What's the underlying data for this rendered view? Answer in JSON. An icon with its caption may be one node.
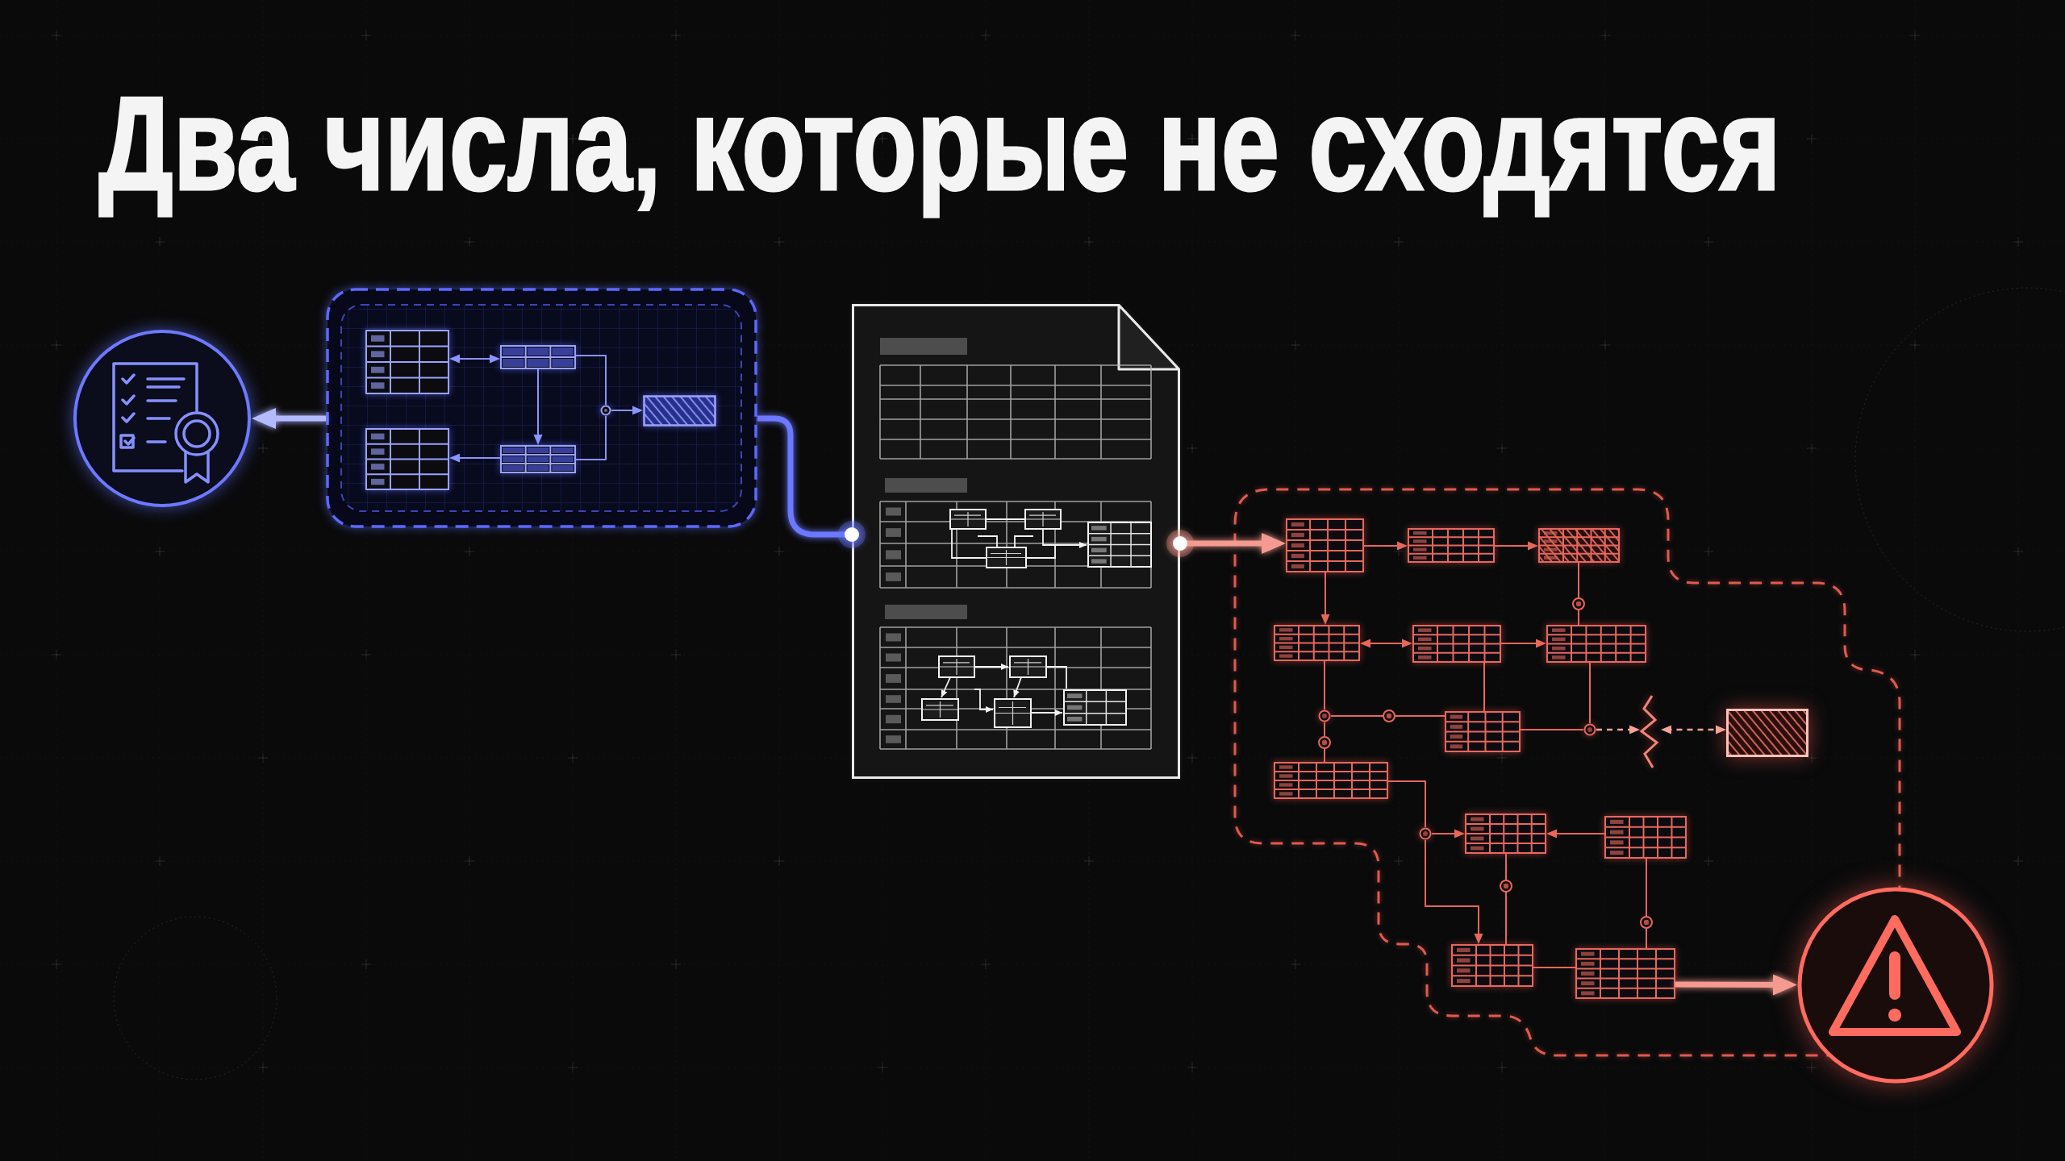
{
  "diagram": {
    "title": "Два числа, которые не сходятся",
    "nodes": [
      {
        "text": [],
        "shape": "circle"
      },
      {
        "text": [],
        "shape": "box"
      },
      {
        "text": [],
        "shape": "table",
        "in": 1
      },
      {
        "text": [],
        "shape": "table",
        "in": 1
      },
      {
        "text": [],
        "shape": "table",
        "in": 1
      },
      {
        "text": [],
        "shape": "table",
        "in": 1
      },
      {
        "text": [],
        "shape": "circle",
        "in": 1
      },
      {
        "text": [],
        "shape": "box",
        "in": 1
      },
      {
        "text": [],
        "shape": "document"
      },
      {
        "text": [],
        "shape": "box"
      },
      {
        "text": [],
        "shape": "table",
        "in": 9
      },
      {
        "text": [],
        "shape": "table",
        "in": 9
      },
      {
        "text": [],
        "shape": "table",
        "in": 9
      },
      {
        "text": [],
        "shape": "table",
        "in": 9
      },
      {
        "text": [],
        "shape": "table",
        "in": 9
      },
      {
        "text": [],
        "shape": "table",
        "in": 9
      },
      {
        "text": [],
        "shape": "circle",
        "in": 9
      },
      {
        "text": [],
        "shape": "table",
        "in": 9
      },
      {
        "text": [],
        "shape": "circle",
        "in": 9
      },
      {
        "text": [],
        "shape": "zigzag",
        "in": 9
      },
      {
        "text": [],
        "shape": "box",
        "in": 9
      },
      {
        "text": [],
        "shape": "table",
        "in": 9
      },
      {
        "text": [],
        "shape": "circle",
        "in": 9
      },
      {
        "text": [],
        "shape": "table",
        "in": 9
      },
      {
        "text": [],
        "shape": "table",
        "in": 9
      },
      {
        "text": [],
        "shape": "table",
        "in": 9
      },
      {
        "text": [],
        "shape": "table",
        "in": 9
      },
      {
        "text": [],
        "shape": "circle"
      }
    ],
    "edges": [
      {
        "from": 1,
        "to": 0,
        "arrow": "to",
        "style": "thick",
        "color": "#b3baff"
      },
      {
        "from": 8,
        "to": 1,
        "arrow": "other",
        "style": "thick",
        "color": "#6b78ff"
      },
      {
        "from": 2,
        "to": 4,
        "arrow": "both",
        "color": "#8a93ff"
      },
      {
        "from": 4,
        "to": 5,
        "arrow": "to",
        "color": "#8a93ff"
      },
      {
        "from": 5,
        "to": 3,
        "arrow": "to",
        "color": "#8a93ff"
      },
      {
        "from": 4,
        "to": 6,
        "arrow": "none",
        "color": "#8a93ff"
      },
      {
        "from": 5,
        "to": 6,
        "arrow": "none",
        "color": "#8a93ff"
      },
      {
        "from": 6,
        "to": 7,
        "arrow": "to",
        "color": "#8a93ff"
      },
      {
        "from": 8,
        "to": 10,
        "arrow": "to",
        "style": "thick",
        "color": "#f59a90"
      },
      {
        "from": 10,
        "to": 11,
        "arrow": "to"
      },
      {
        "from": 11,
        "to": 12,
        "arrow": "to"
      },
      {
        "from": 10,
        "to": 13,
        "arrow": "to"
      },
      {
        "from": 13,
        "to": 14,
        "arrow": "both"
      },
      {
        "from": 14,
        "to": 15,
        "arrow": "to"
      },
      {
        "from": 12,
        "to": 15,
        "arrow": "none"
      },
      {
        "from": 13,
        "to": 16,
        "arrow": "none"
      },
      {
        "from": 16,
        "to": 21,
        "arrow": "none"
      },
      {
        "from": 16,
        "to": 17,
        "arrow": "none"
      },
      {
        "from": 14,
        "to": 17,
        "arrow": "none"
      },
      {
        "from": 15,
        "to": 18,
        "arrow": "none"
      },
      {
        "from": 17,
        "to": 18,
        "arrow": "none"
      },
      {
        "from": 18,
        "to": 19,
        "arrow": "to",
        "style": "dashed",
        "color": "#f4a398"
      },
      {
        "from": 19,
        "to": 20,
        "arrow": "both",
        "style": "dashed",
        "color": "#f4a398"
      },
      {
        "from": 21,
        "to": 22,
        "arrow": "none"
      },
      {
        "from": 22,
        "to": 23,
        "arrow": "to"
      },
      {
        "from": 22,
        "to": 25,
        "arrow": "to"
      },
      {
        "from": 24,
        "to": 23,
        "arrow": "to"
      },
      {
        "from": 23,
        "to": 25,
        "arrow": "none"
      },
      {
        "from": 24,
        "to": 26,
        "arrow": "none"
      },
      {
        "from": 25,
        "to": 26,
        "arrow": "none"
      },
      {
        "from": 26,
        "to": 27,
        "arrow": "to",
        "style": "thick",
        "color": "#f59a90"
      }
    ]
  }
}
